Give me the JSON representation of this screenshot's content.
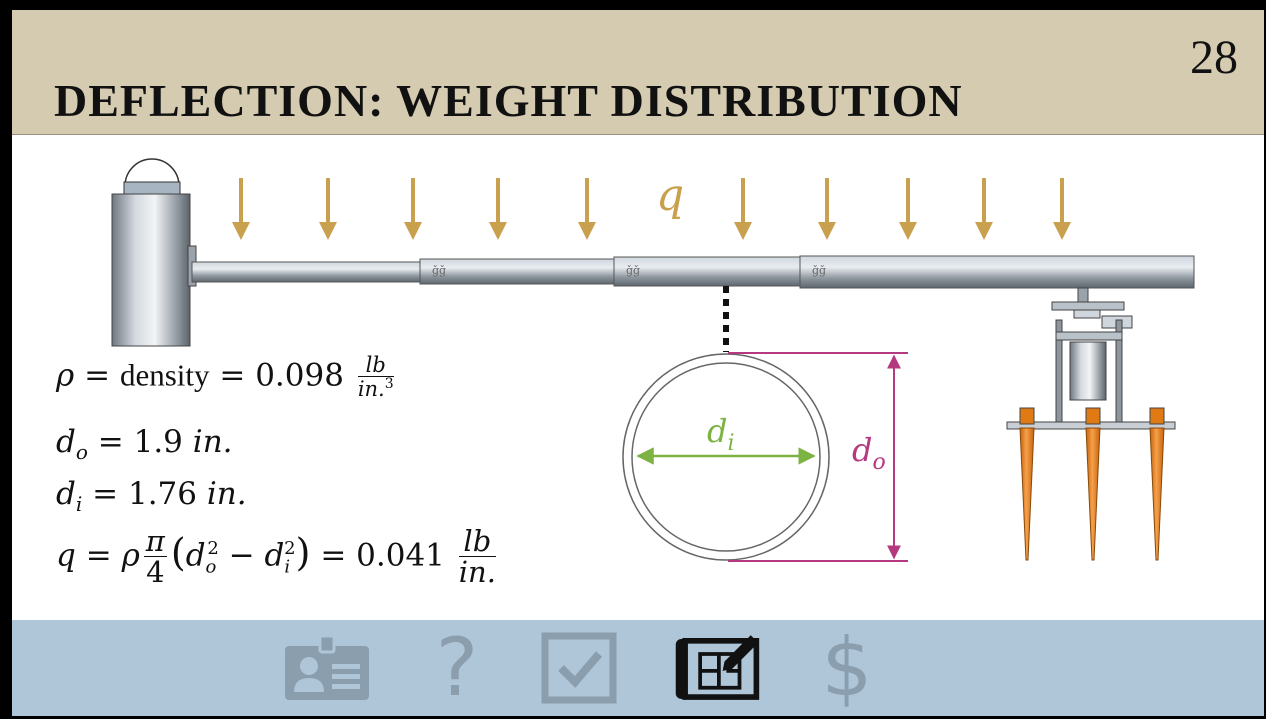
{
  "slide": {
    "number": "28",
    "title": "DEFLECTION: WEIGHT DISTRIBUTION"
  },
  "diagram": {
    "load_label": "q",
    "inner_diameter_label": "d",
    "inner_diameter_sub": "i",
    "outer_diameter_label": "d",
    "outer_diameter_sub": "o"
  },
  "formulas": {
    "density": {
      "symbol": "ρ",
      "eq1": "=",
      "word": "density",
      "eq2": "=",
      "value": "0.098",
      "unit_num": "lb",
      "unit_den": "in.",
      "unit_den_exp": "3"
    },
    "outer": {
      "symbol": "d",
      "sub": "o",
      "eq": "=",
      "value": "1.9",
      "unit": "in."
    },
    "inner": {
      "symbol": "d",
      "sub": "i",
      "eq": "=",
      "value": "1.76",
      "unit": "in."
    },
    "load": {
      "lhs": "q",
      "eq1": "=",
      "rho": "ρ",
      "frac_num": "π",
      "frac_den": "4",
      "paren_open": "(",
      "d1": "d",
      "d1_sub": "o",
      "d1_exp": "2",
      "minus": "−",
      "d2": "d",
      "d2_sub": "i",
      "d2_exp": "2",
      "paren_close": ")",
      "eq2": "=",
      "value": "0.041",
      "unit_num": "lb",
      "unit_den": "in."
    }
  },
  "footer_nav": [
    {
      "name": "profile-card-icon",
      "active": false
    },
    {
      "name": "question-mark-icon",
      "glyph": "?",
      "active": false
    },
    {
      "name": "checkbox-icon",
      "active": false
    },
    {
      "name": "blueprint-icon",
      "active": true
    },
    {
      "name": "dollar-sign-icon",
      "glyph": "$",
      "active": false
    }
  ],
  "colors": {
    "header_bg": "#d5cbb1",
    "footer_bg": "#afc5d8",
    "arrow": "#c9a14e",
    "inner_diameter": "#7cb342",
    "outer_diameter": "#b5397f",
    "stake": "#f08a1c",
    "icon_inactive": "#8a9eae",
    "icon_active": "#111111"
  }
}
